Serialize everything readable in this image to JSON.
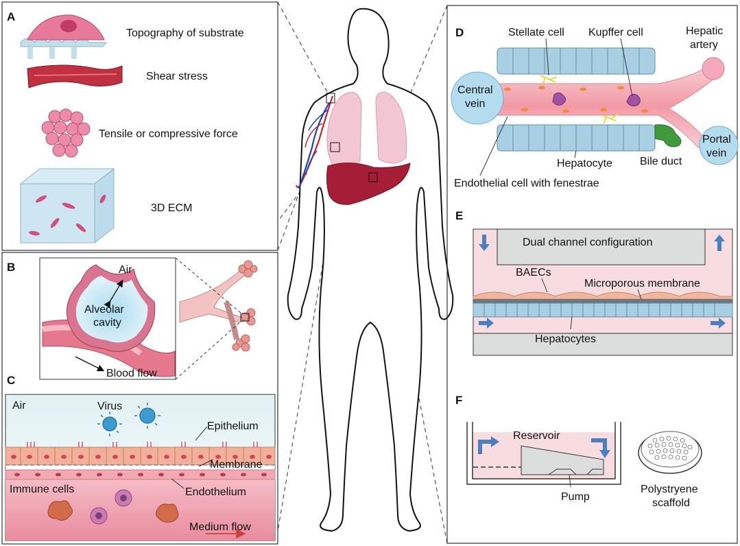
{
  "panels": {
    "a": {
      "letter": "A",
      "items": [
        "Topography of substrate",
        "Shear stress",
        "Tensile or compressive force",
        "3D ECM"
      ]
    },
    "b": {
      "letter": "B",
      "air": "Air",
      "cavity_line1": "Alveolar",
      "cavity_line2": "cavity",
      "blood_flow": "Blood flow"
    },
    "c": {
      "letter": "C",
      "air": "Air",
      "virus": "Virus",
      "epithelium": "Epithelium",
      "membrane": "Membrane",
      "endothelium": "Endothelium",
      "immune_cells": "Immune cells",
      "medium_flow": "Medium flow"
    },
    "d": {
      "letter": "D",
      "stellate_cell": "Stellate cell",
      "kupffer_cell": "Kupffer cell",
      "hepatic_artery_line1": "Hepatic",
      "hepatic_artery_line2": "artery",
      "central_vein_line1": "Central",
      "central_vein_line2": "vein",
      "portal_vein_line1": "Portal",
      "portal_vein_line2": "vein",
      "hepatocyte": "Hepatocyte",
      "bile_duct": "Bile duct",
      "endothelial_cell": "Endothelial cell with fenestrae"
    },
    "e": {
      "letter": "E",
      "dual_channel": "Dual channel configuration",
      "baecs": "BAECs",
      "microporous_membrane": "Microporous membrane",
      "hepatocytes": "Hepatocytes"
    },
    "f": {
      "letter": "F",
      "reservoir": "Reservoir",
      "pump": "Pump",
      "scaffold_line1": "Polystryene",
      "scaffold_line2": "scaffold"
    }
  },
  "colors": {
    "cell_pink": "#e8799a",
    "tissue_red": "#b0303f",
    "lung_pink": "#f3c6d3",
    "liver_red": "#a51e35",
    "hepatocyte_blue": "#a9cfe3",
    "medium_pink": "#f7dde0",
    "arrow_blue": "#4a7fc1",
    "gray_chamber": "#dcdedd",
    "bile_green": "#3f9a3c"
  }
}
